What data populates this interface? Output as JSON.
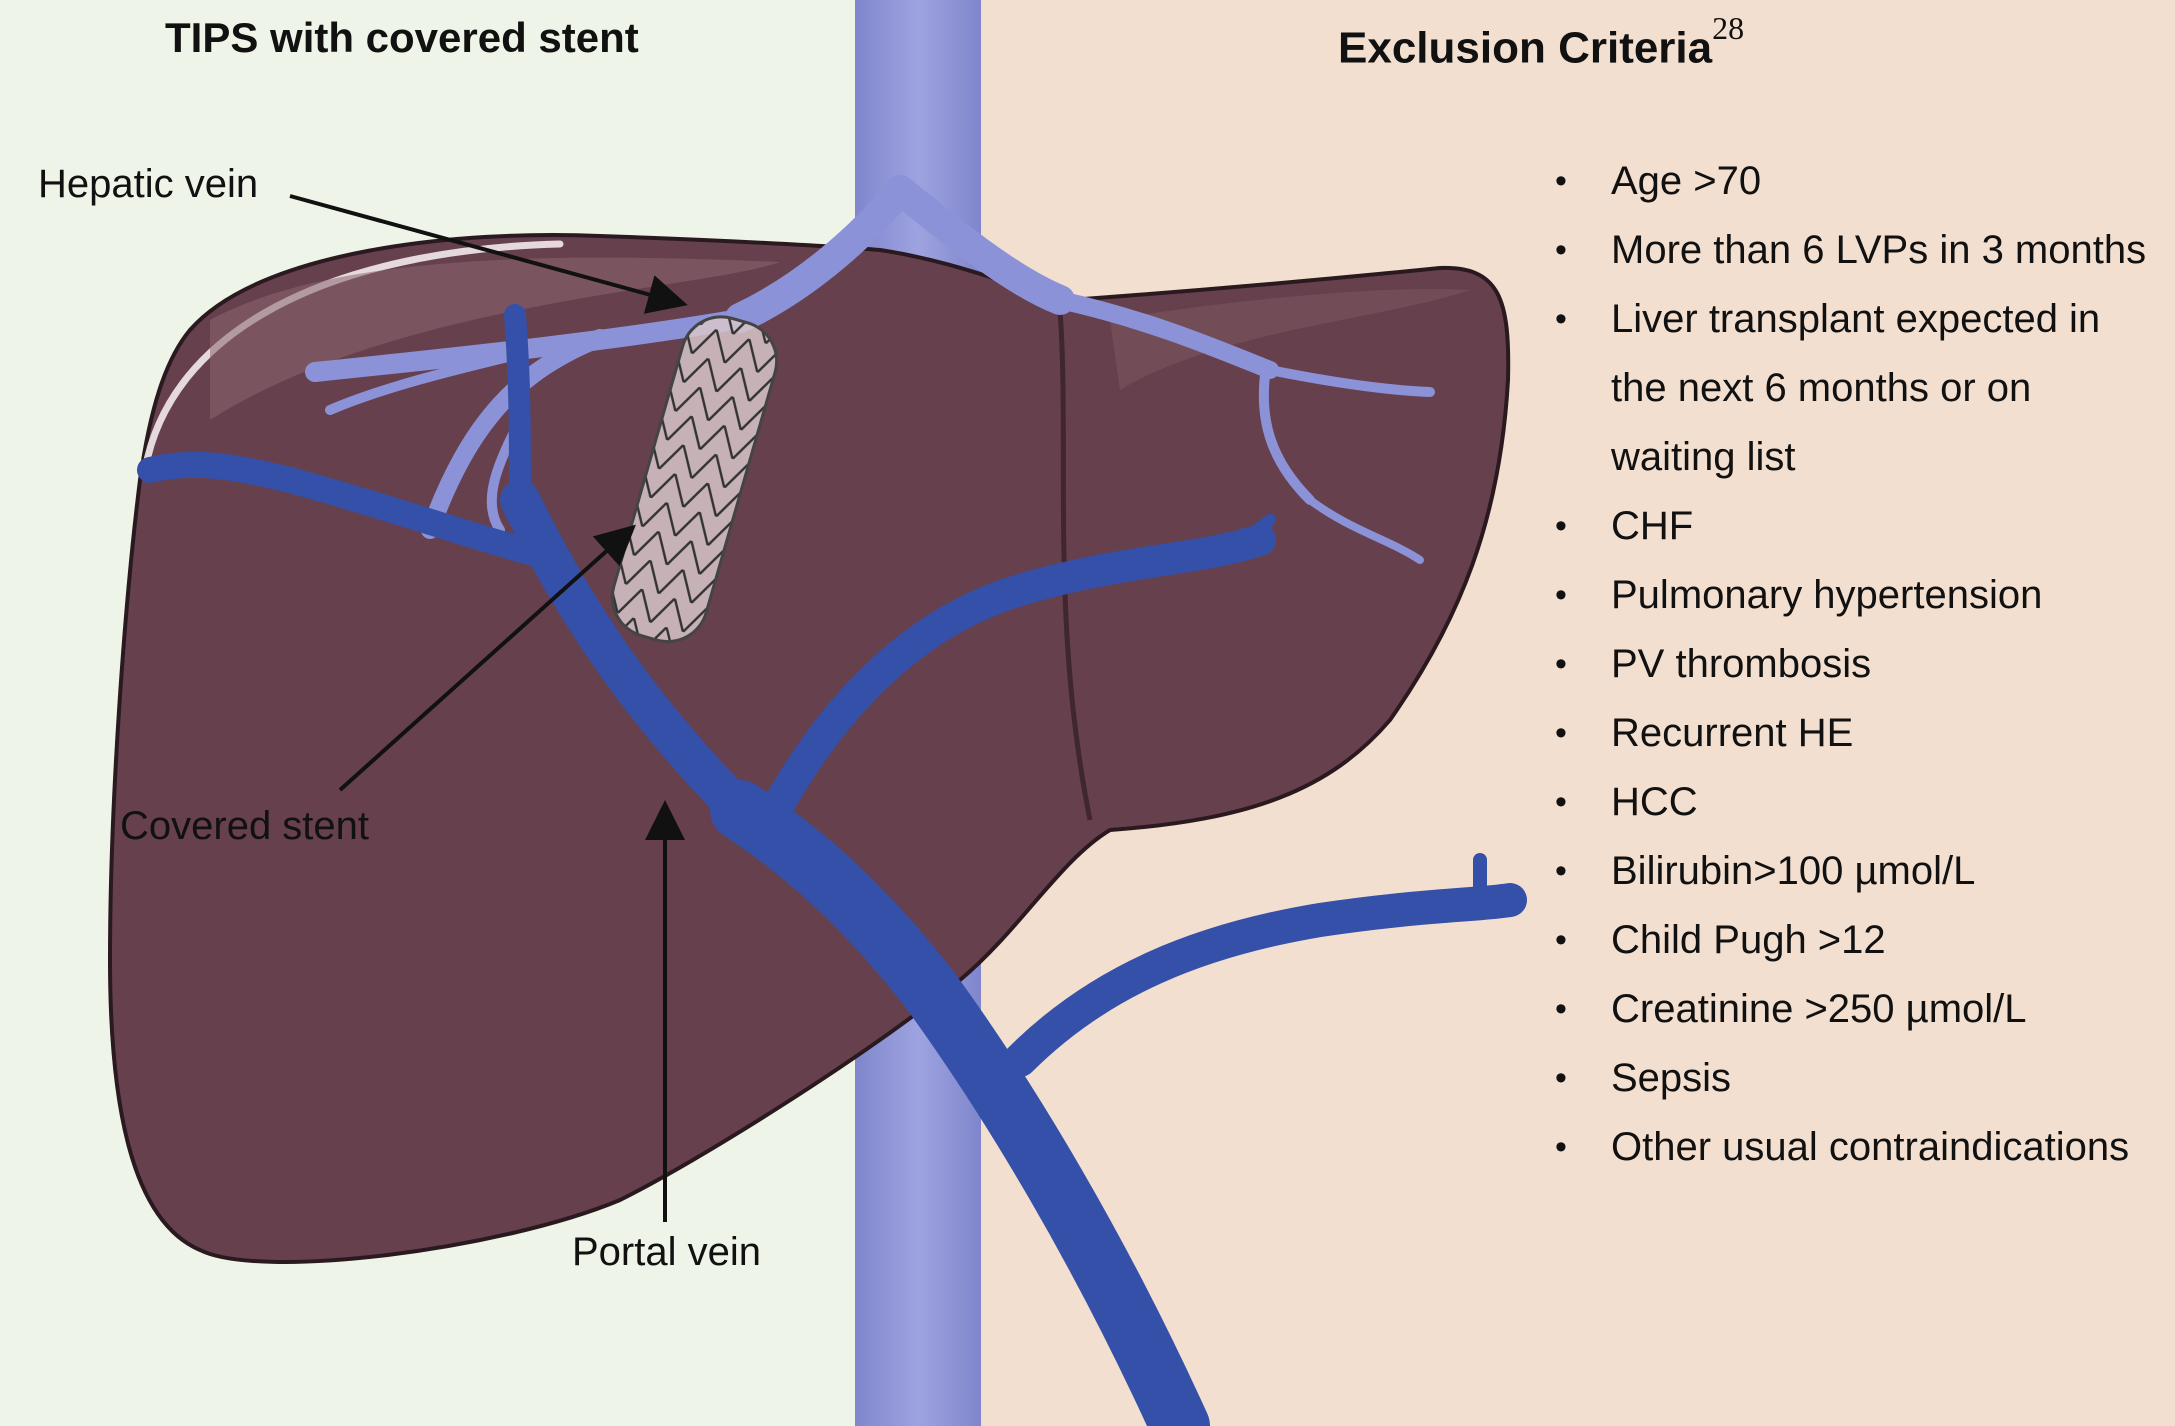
{
  "left_panel": {
    "title": "TIPS with covered stent",
    "labels": {
      "hepatic_vein": "Hepatic vein",
      "covered_stent": "Covered stent",
      "portal_vein": "Portal vein"
    },
    "colors": {
      "background": "#eef4e7",
      "liver": "#66404d",
      "hepatic_vein": "#8c92d8",
      "portal_vein": "#3550a8",
      "ivc": "#8f94d6"
    }
  },
  "right_panel": {
    "title": "Exclusion Criteria",
    "title_reference": "28",
    "background": "#f2dfcf",
    "criteria": [
      "Age >70",
      "More than 6 LVPs in 3 months",
      "Liver transplant expected in the next 6 months or on waiting list",
      "CHF",
      "Pulmonary hypertension",
      "PV thrombosis",
      "Recurrent HE",
      "HCC",
      "Bilirubin>100 µmol/L",
      "Child Pugh >12",
      "Creatinine >250 µmol/L",
      "Sepsis",
      "Other usual contraindications"
    ]
  }
}
